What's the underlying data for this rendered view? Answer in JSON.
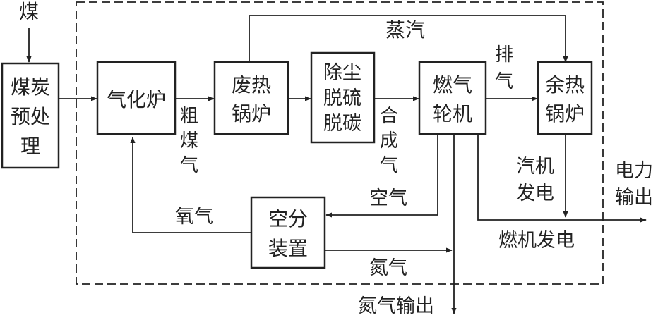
{
  "boxes": {
    "pretreat": [
      "煤炭",
      "预处",
      "理"
    ],
    "gasifier": [
      "气化炉"
    ],
    "waste_boiler": [
      "废热",
      "锅炉"
    ],
    "cleanup": [
      "除尘",
      "脱硫",
      "脱碳"
    ],
    "gas_turbine": [
      "燃气",
      "轮机"
    ],
    "hrsg": [
      "余热",
      "锅炉"
    ],
    "asu": [
      "空分",
      "装置"
    ]
  },
  "labels": {
    "coal": "煤",
    "steam": "蒸汽",
    "crude_gas": [
      "粗",
      "煤",
      "气"
    ],
    "syngas": [
      "合",
      "成",
      "气"
    ],
    "exhaust": [
      "排",
      "气"
    ],
    "steam_power": [
      "汽机",
      "发电"
    ],
    "power_output": [
      "电力",
      "输出"
    ],
    "gt_power": "燃机发电",
    "air": "空气",
    "oxygen": "氧气",
    "nitrogen": "氮气",
    "nitrogen_output": "氮气输出"
  },
  "colors": {
    "line": "#222222",
    "background": "#ffffff"
  }
}
